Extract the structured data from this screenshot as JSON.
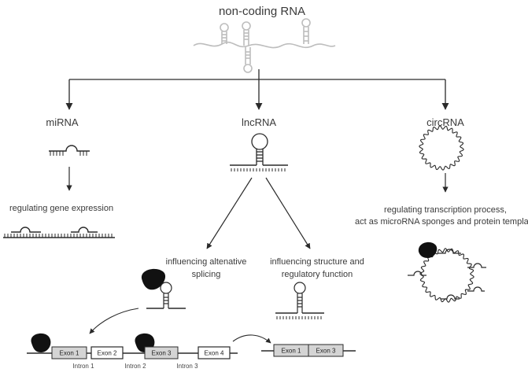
{
  "title": "non-coding RNA",
  "types": {
    "mirna": "miRNA",
    "lncrna": "lncRNA",
    "circrna": "circRNA"
  },
  "functions": {
    "mirna": "regulating gene expression",
    "circrna_line1": "regulating transcription process,",
    "circrna_line2": "act as microRNA sponges and protein template",
    "lnc_splicing_line1": "influencing altenative",
    "lnc_splicing_line2": "splicing",
    "lnc_structure_line1": "influencing structure and",
    "lnc_structure_line2": "regulatory  function"
  },
  "gene": {
    "exons": [
      "Exon 1",
      "Exon 2",
      "Exon 3",
      "Exon 4"
    ],
    "introns": [
      "Intron 1",
      "Intron 2",
      "Intron 3"
    ],
    "spliced_exons": [
      "Exon 1",
      "Exon 3"
    ]
  },
  "colors": {
    "text": "#3a3a3a",
    "line": "#2a2a2a",
    "rna": "#bdbdbd",
    "exon_grey": "#d4d4d4",
    "protein": "#111111"
  }
}
